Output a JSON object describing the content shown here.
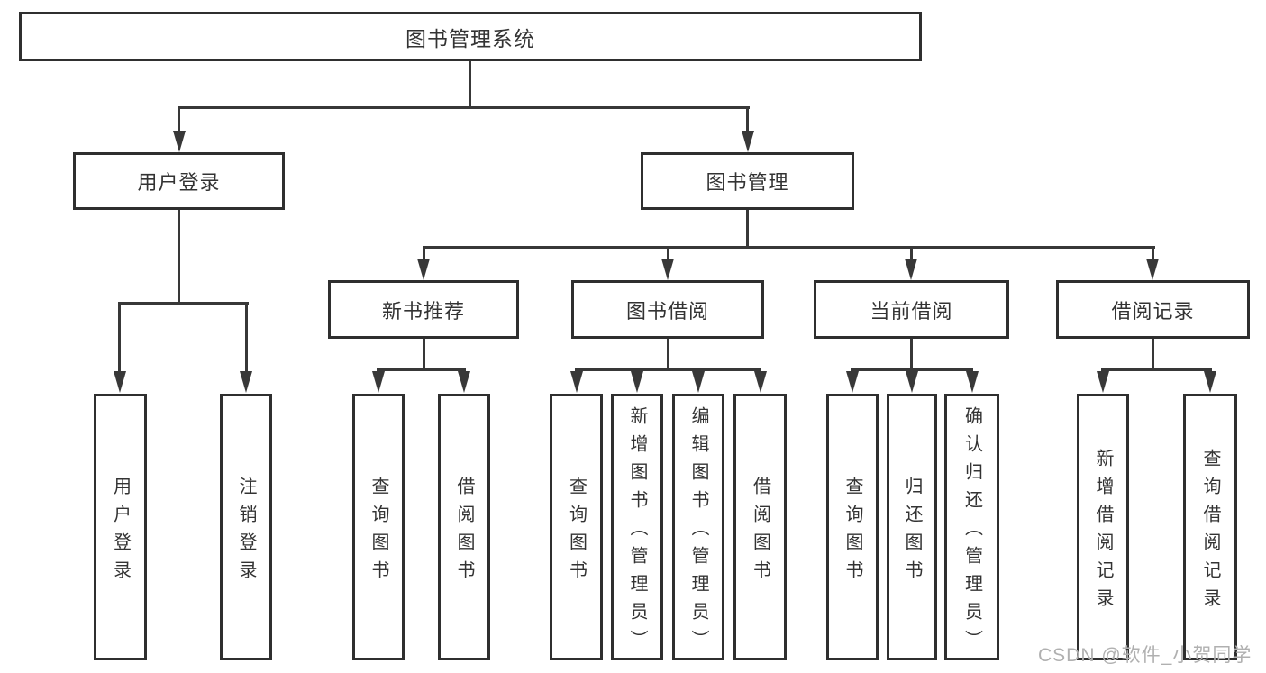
{
  "tree": {
    "label": "图书管理系统",
    "children": [
      {
        "label": "用户登录",
        "children": [
          {
            "label": "用户登录"
          },
          {
            "label": "注销登录"
          }
        ]
      },
      {
        "label": "图书管理",
        "children": [
          {
            "label": "新书推荐",
            "children": [
              {
                "label": "查询图书"
              },
              {
                "label": "借阅图书"
              }
            ]
          },
          {
            "label": "图书借阅",
            "children": [
              {
                "label": "查询图书"
              },
              {
                "label": "新增图书（管理员）"
              },
              {
                "label": "编辑图书（管理员）"
              },
              {
                "label": "借阅图书"
              }
            ]
          },
          {
            "label": "当前借阅",
            "children": [
              {
                "label": "查询图书"
              },
              {
                "label": "归还图书"
              },
              {
                "label": "确认归还（管理员）"
              }
            ]
          },
          {
            "label": "借阅记录",
            "children": [
              {
                "label": "新增借阅记录"
              },
              {
                "label": "查询借阅记录"
              }
            ]
          }
        ]
      }
    ]
  },
  "watermark": {
    "text": "CSDN @软件_小贺同学"
  },
  "colors": {
    "background": "#ffffff",
    "line": "#383838",
    "box_border": "#2f2f2f",
    "text": "#333333",
    "watermark": "#b0b0b0"
  }
}
